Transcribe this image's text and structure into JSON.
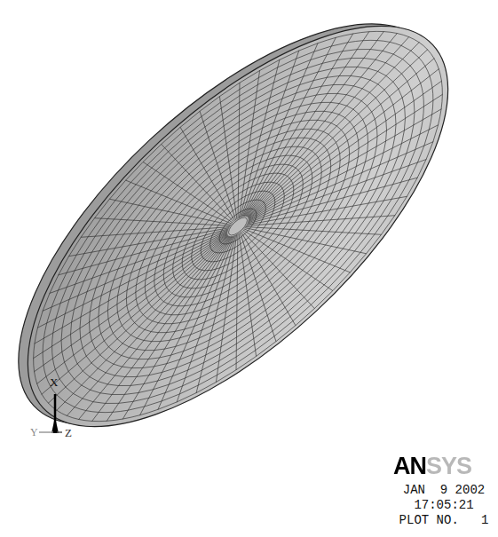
{
  "diagram": {
    "labels": [
      "X",
      "Y",
      "Z",
      "ANSYS",
      "JAN  9 2002",
      "17:05:21",
      "PLOT NO.   1"
    ]
  }
}
